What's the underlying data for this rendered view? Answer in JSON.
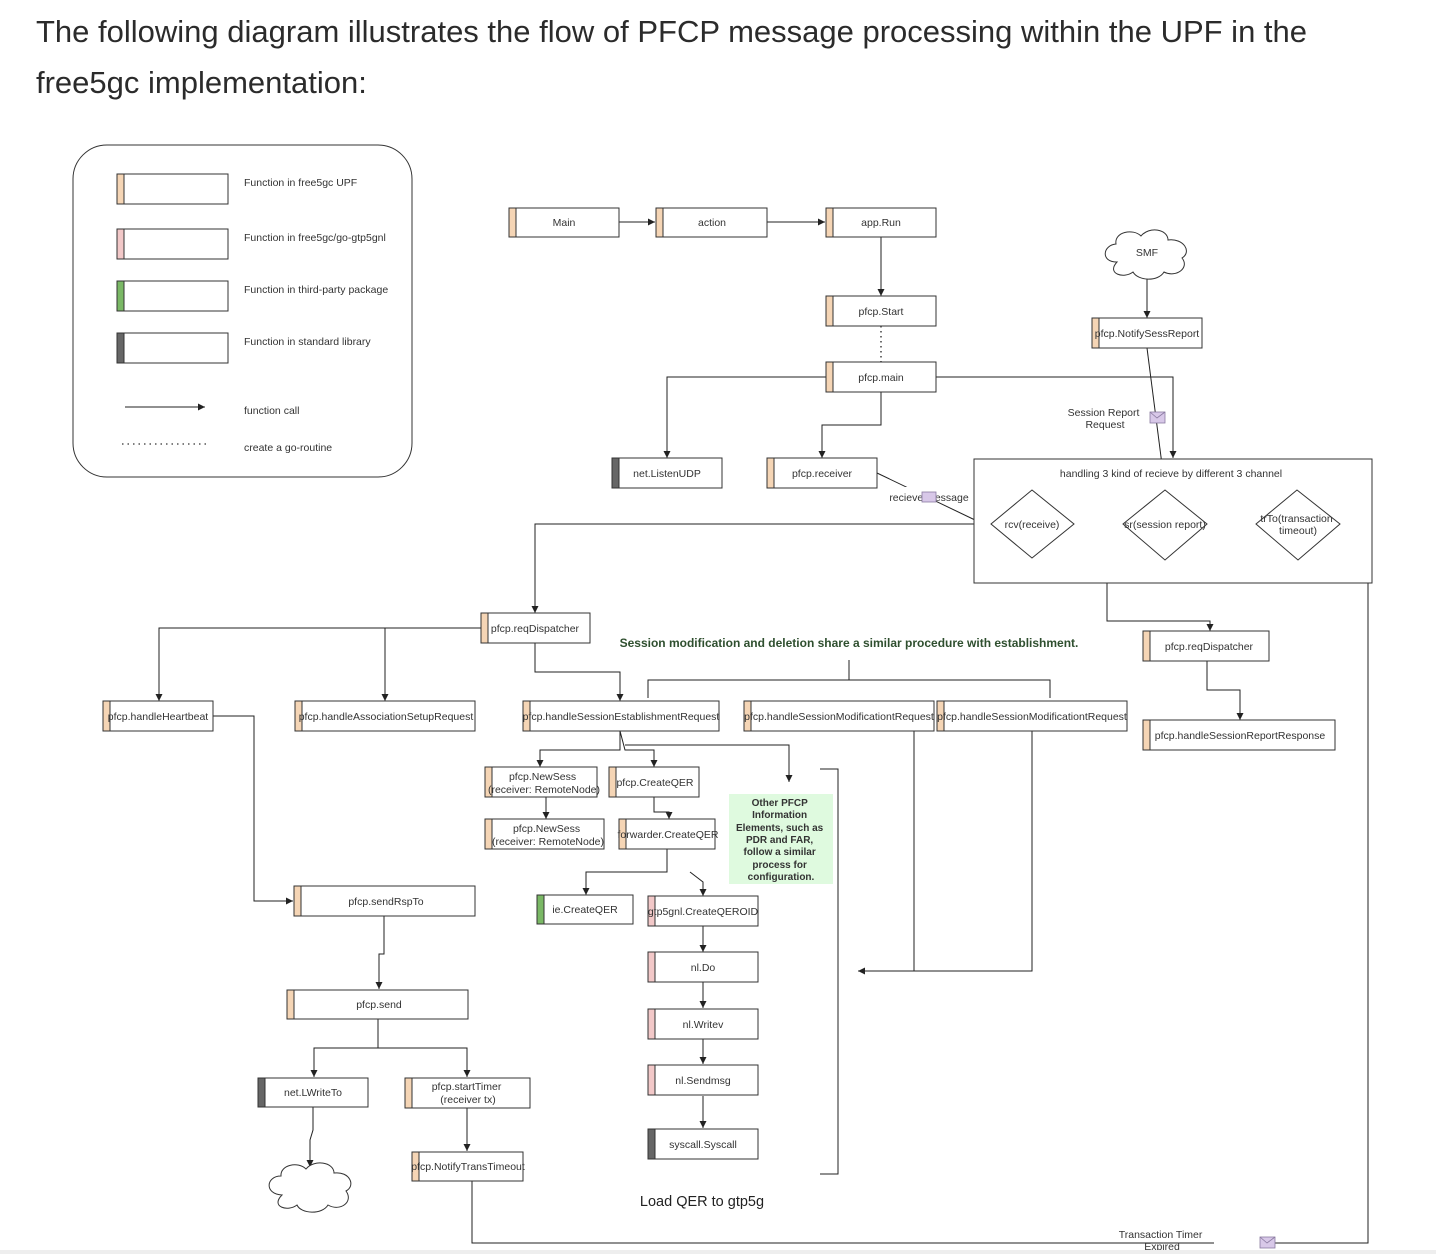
{
  "intro": {
    "text": "The following diagram illustrates the flow of PFCP message processing within the UPF in the free5gc implementation:"
  },
  "colors": {
    "upf": "#f5d5b5",
    "gtp5gnl": "#f2c8c8",
    "third_party": "#7ab865",
    "stdlib": "#666666",
    "note_bg": "#dffadf",
    "envelope": "#d8c8e8"
  },
  "legend": {
    "upf": "Function in free5gc UPF",
    "gtp5gnl": "Function in free5gc/go-gtp5gnl",
    "third_party": "Function in third-party package",
    "stdlib": "Function in standard library",
    "call": "function call",
    "goroutine": "create a go-routine"
  },
  "nodes": {
    "main": "Main",
    "action": "action",
    "app_run": "app.Run",
    "pfcp_start": "pfcp.Start",
    "pfcp_main": "pfcp.main",
    "listen_udp": "net.ListenUDP",
    "pfcp_receiver": "pfcp.receiver",
    "smf": "SMF",
    "notify_sess_report": "pfcp.NotifySessReport",
    "req_dispatcher_left": "pfcp.reqDispatcher",
    "req_dispatcher_right": "pfcp.reqDispatcher",
    "handle_heartbeat": "pfcp.handleHeartbeat",
    "handle_assoc_setup": "pfcp.handleAssociationSetupRequest",
    "handle_sess_establish": "pfcp.handleSessionEstablishmentRequest",
    "handle_sess_mod_1": "pfcp.handleSessionModificationtRequest",
    "handle_sess_mod_2": "pfcp.handleSessionModificationtRequest",
    "handle_sess_report_resp": "pfcp.handleSessionReportResponse",
    "new_sess_1_line1": "pfcp.NewSess",
    "new_sess_1_line2": "(receiver: RemoteNode)",
    "new_sess_2_line1": "pfcp.NewSess",
    "new_sess_2_line2": "(receiver: RemoteNode)",
    "create_qer": "pfcp.CreateQER",
    "forwarder_create_qer": "forwarder.CreateQER",
    "ie_create_qer": "ie.CreateQER",
    "gtp5gnl_create_qeroid": "gtp5gnl.CreateQEROID",
    "nl_do": "nl.Do",
    "nl_writev": "nl.Writev",
    "nl_sendmsg": "nl.Sendmsg",
    "syscall_syscall": "syscall.Syscall",
    "send_rsp_to": "pfcp.sendRspTo",
    "pfcp_send": "pfcp.send",
    "net_write_to": "net.LWriteTo",
    "start_timer_line1": "pfcp.startTimer",
    "start_timer_line2": "(receiver tx)",
    "notify_trans_timeout": "pfcp.NotifyTransTimeout"
  },
  "channels": {
    "title": "handling 3 kind of recieve by different 3 channel",
    "rcv": "rcv(receive)",
    "sr": "sr(session report)",
    "tro_line1": "trTo(transaction",
    "tro_line2": "timeout)"
  },
  "labels": {
    "recieve_message": "recieve message",
    "session_report_line1": "Session Report",
    "session_report_line2": "Request",
    "timer_expired_line1": "Transaction Timer",
    "timer_expired_line2": "Expired",
    "load_qer": "Load QER to gtp5g",
    "session_mod_note": "Session modification and deletion share a similar procedure with establishment."
  },
  "other_ie_note": [
    "Other PFCP",
    "Information",
    "Elements, such as",
    "PDR and FAR,",
    "follow a similar",
    "process for",
    "configuration."
  ]
}
